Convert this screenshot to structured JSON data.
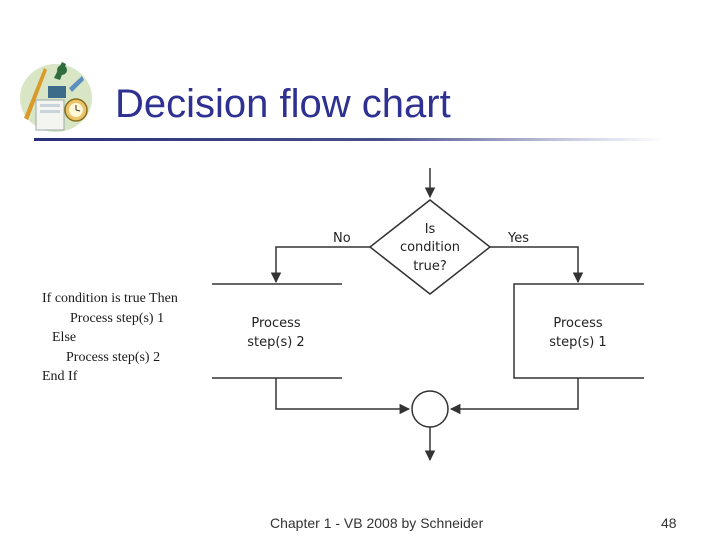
{
  "slide": {
    "title": "Decision flow chart",
    "logo_icon": "clipart-pens-clock-icon"
  },
  "pseudocode": {
    "lines": [
      "If condition is true Then",
      "Process step(s) 1",
      "Else",
      "Process step(s) 2",
      "End If"
    ]
  },
  "flowchart": {
    "decision": [
      "Is",
      "condition",
      "true?"
    ],
    "no_label": "No",
    "yes_label": "Yes",
    "left_process": [
      "Process",
      "step(s) 2"
    ],
    "right_process": [
      "Process",
      "step(s) 1"
    ]
  },
  "footer": {
    "center": "Chapter 1 - VB 2008 by Schneider",
    "page": "48"
  }
}
